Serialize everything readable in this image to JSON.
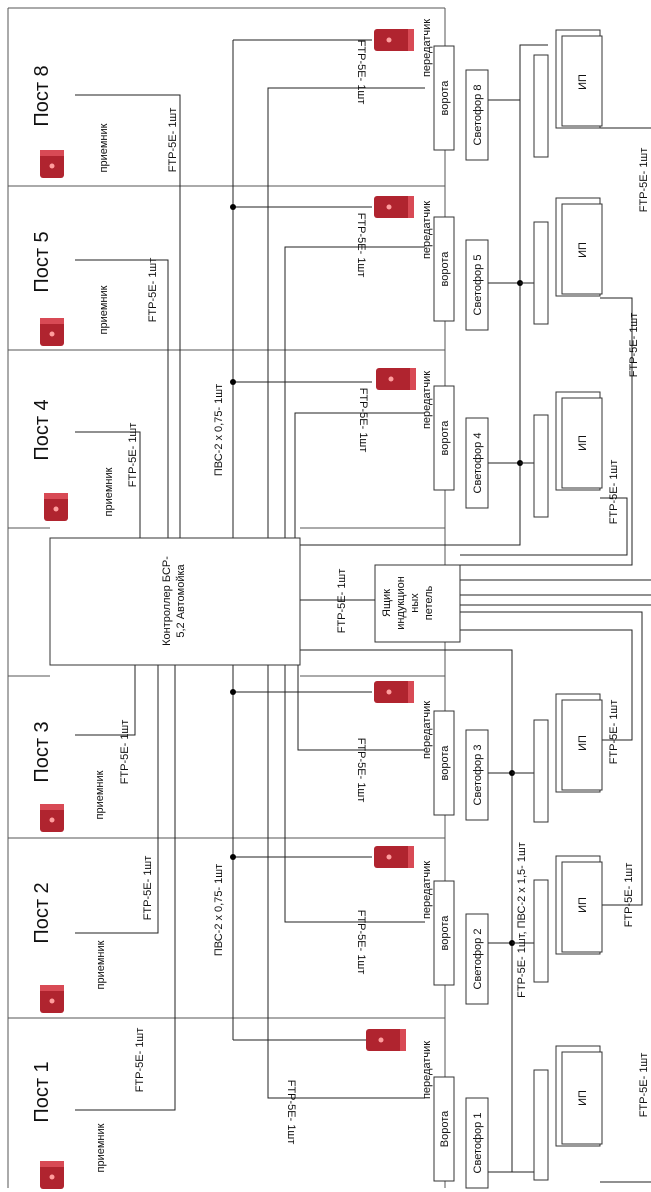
{
  "posts": [
    {
      "title": "Пост 8",
      "receiver": "приемник",
      "cable_rx": "FTP-5E- 1шт",
      "transmitter": "передатчик",
      "cable_tx": "FTP-5E- 1шт",
      "gate": "ворота",
      "light": "Светофор 8",
      "psu": "ИП",
      "cable_psu": "FTP-5E- 1шт"
    },
    {
      "title": "Пост 5",
      "receiver": "приемник",
      "cable_rx": "FTP-5E- 1шт",
      "transmitter": "передатчик",
      "cable_tx": "FTP-5E- 1шт",
      "gate": "ворота",
      "light": "Светофор 5",
      "psu": "ИП",
      "cable_psu": "FTP-5E- 1шт"
    },
    {
      "title": "Пост 4",
      "receiver": "приемник",
      "cable_rx": "FTP-5E- 1шт",
      "transmitter": "передатчик",
      "cable_tx": "FTP-5E- 1шт",
      "gate": "ворота",
      "light": "Светофор 4",
      "psu": "ИП",
      "cable_psu": "FTP-5E- 1шт"
    },
    {
      "title": "Пост 3",
      "receiver": "приемник",
      "cable_rx": "FTP-5E- 1шт",
      "transmitter": "передатчик",
      "cable_tx": "FTP-5E- 1шт",
      "gate": "ворота",
      "light": "Светофор 3",
      "psu": "ИП",
      "cable_psu": "FTP-5E- 1шт"
    },
    {
      "title": "Пост 2",
      "receiver": "приемник",
      "cable_rx": "FTP-5E- 1шт",
      "transmitter": "передатчик",
      "cable_tx": "FTP-5E- 1шт",
      "gate": "ворота",
      "light": "Светофор 2",
      "psu": "ИП",
      "cable_psu": "FTP-5E- 1шт"
    },
    {
      "title": "Пост 1",
      "receiver": "приемник",
      "cable_rx": "FTP-5E- 1шт",
      "transmitter": "передатчик",
      "cable_tx": "FTP-5E- 1шт",
      "gate": "Ворота",
      "light": "Светофор 1",
      "psu": "ИП",
      "cable_psu": "FTP-5E- 1шт"
    }
  ],
  "controller": {
    "line1": "Контроллер БСР-",
    "line2": "5,2 Автомойка"
  },
  "loop_box": {
    "line1": "Ящик",
    "line2": "индукцион",
    "line3": "ных",
    "line4": "петель"
  },
  "cables": {
    "power_upper": "ПВС-2 х 0,75- 1шт",
    "power_lower": "ПВС-2 х 0,75- 1шт",
    "controller_loop": "FTP-5E- 1шт",
    "trunk": "FTP-5E- 1шт, ПВС-2 х 1,5- 1шт"
  }
}
